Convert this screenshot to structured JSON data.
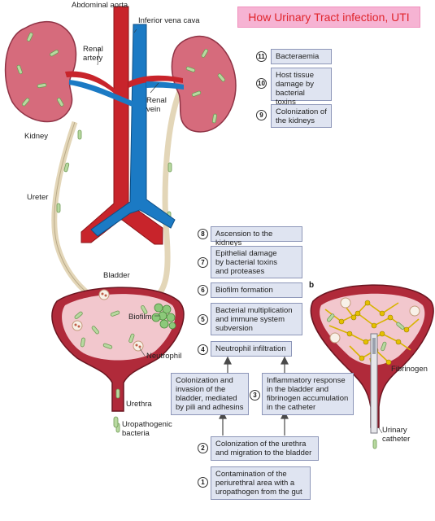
{
  "title": "How Urinary Tract infection, UTI",
  "panel_label": "b",
  "anatomy_labels": {
    "abdominal_aorta": "Abdominal aorta",
    "inferior_vena_cava": "Inferior vena cava",
    "renal_artery": "Renal\nartery",
    "renal_vein": "Renal\nvein",
    "kidney": "Kidney",
    "ureter": "Ureter",
    "bladder": "Bladder",
    "biofilm": "Biofilm",
    "neutrophil": "Neutrophil",
    "urethra": "Urethra",
    "uropathogenic_bacteria": "Uropathogenic\nbacteria",
    "fibrinogen": "Fibrinogen",
    "urinary_catheter": "Urinary\ncatheter"
  },
  "steps": [
    {
      "num": "1",
      "text": "Contamination of the\nperiurethral area with a\nuropathogen from the gut"
    },
    {
      "num": "2",
      "text": "Colonization of the urethra\nand migration to the bladder"
    },
    {
      "num": "",
      "text": "Colonization and\ninvasion of the\nbladder, mediated\nby pili and adhesins"
    },
    {
      "num": "3",
      "text": "Inflammatory response\nin the bladder and\nfibrinogen accumulation\nin the catheter"
    },
    {
      "num": "4",
      "text": "Neutrophil infiltration"
    },
    {
      "num": "5",
      "text": "Bacterial multiplication\nand immune system\nsubversion"
    },
    {
      "num": "6",
      "text": "Biofilm formation"
    },
    {
      "num": "7",
      "text": "Epithelial damage\nby bacterial toxins\nand proteases"
    },
    {
      "num": "8",
      "text": "Ascension to the kidneys"
    },
    {
      "num": "9",
      "text": "Colonization of\nthe kidneys"
    },
    {
      "num": "10",
      "text": "Host tissue\ndamage by\nbacterial toxins"
    },
    {
      "num": "11",
      "text": "Bacteraemia"
    }
  ],
  "colors": {
    "kidney": "#d66b7c",
    "artery": "#c8242b",
    "vein": "#1b7ac4",
    "ureter": "#e3d6b8",
    "bladder_fill": "#b02a3a",
    "bacteria": "#b8d9a0",
    "step_box": "#dfe4f1",
    "title_bg": "#f6b3d3",
    "title_text": "#e0242b"
  }
}
